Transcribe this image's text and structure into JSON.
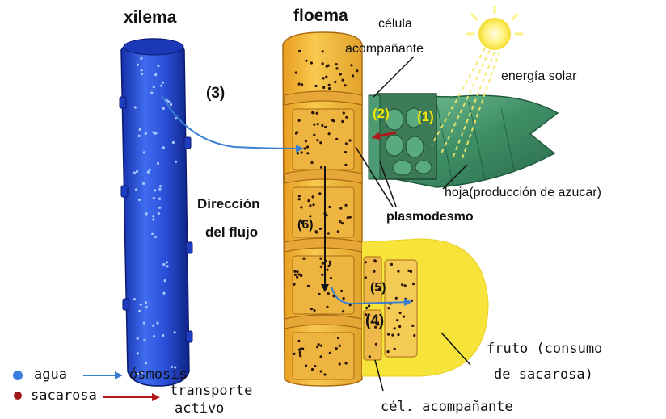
{
  "labels": {
    "xilema": "xilema",
    "floema": "floema",
    "celula": "célula",
    "acompanante": "acompañante",
    "energia_solar": "energía solar",
    "step_3": "(3)",
    "step_2": "(2)",
    "step_1": "(1)",
    "hoja": "hoja(producción de azucar)",
    "direccion": "Dirección",
    "del_flujo": "del flujo",
    "plasmodesmo": "plasmodesmo",
    "step_6": "(6)",
    "step_5": "(5)",
    "step_4": "(4)",
    "fruto_1": "fruto (consumo",
    "fruto_2": "de sacarosa)",
    "cel_acompanante": "cél. acompañante"
  },
  "legend": {
    "agua": "agua",
    "osmosis": "ósmosis",
    "sacarosa": "sacarosa",
    "transporte": "transporte",
    "activo": "activo"
  },
  "colors": {
    "xylem": "#2a4fd6",
    "phloem": "#f2b93b",
    "fruit": "#f7e43a",
    "leaf": "#3f8f66",
    "water_dot": "#3a7fe0",
    "sucrose_dot": "#a01818",
    "flow_arrow": "#3a7fd0",
    "active_arrow": "#b01818"
  }
}
